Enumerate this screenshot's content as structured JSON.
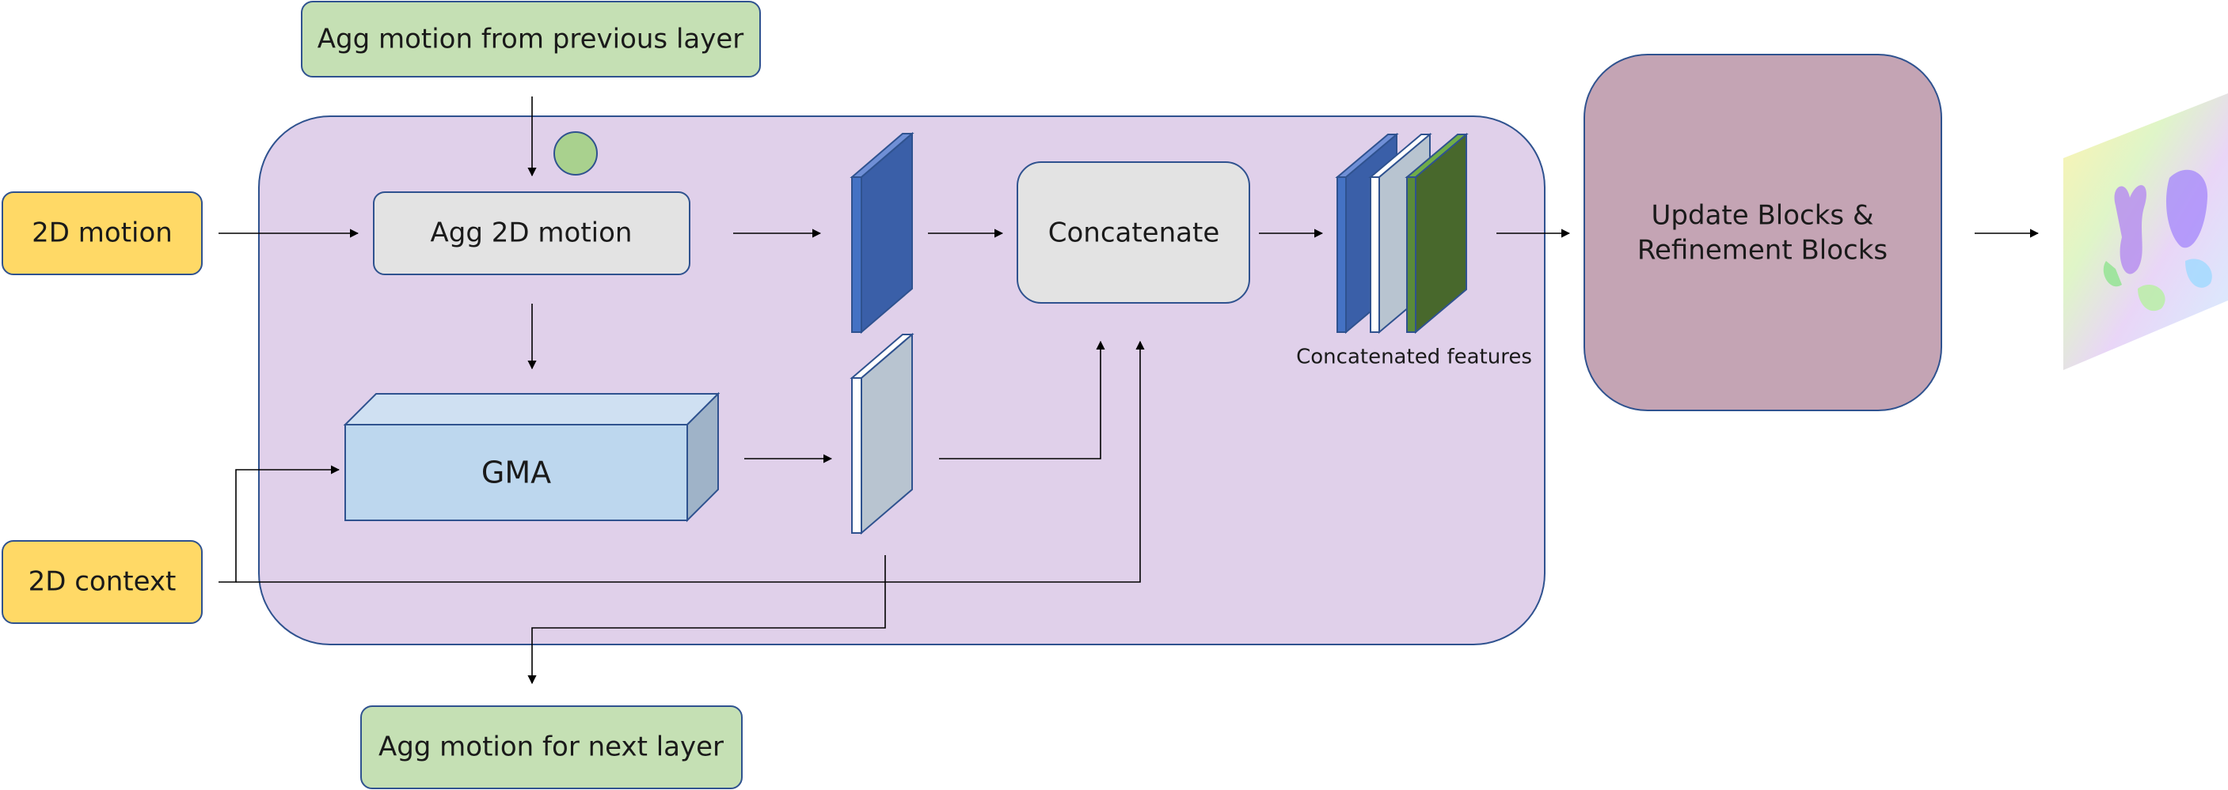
{
  "nodes": {
    "prev_layer": "Agg motion from previous layer",
    "motion_2d": "2D motion",
    "agg_2d": "Agg 2D motion",
    "concatenate": "Concatenate",
    "concat_features": "Concatenated features",
    "update_line1": "Update Blocks &",
    "update_line2": "Refinement Blocks",
    "gma": "GMA",
    "context_2d": "2D context",
    "next_layer": "Agg motion for next layer"
  },
  "colors": {
    "yellow": "#ffd966",
    "green_box": "#c5e0b4",
    "purple_region": "#e0d0ea",
    "gray_box": "#e3e3e3",
    "mauve_box": "#c4a4b4",
    "gma_front": "#bdd7ee",
    "feature_blue": "#3a5fa8",
    "feature_white": "#b8c4d0",
    "feature_green": "#48682c",
    "border": "#2f528f",
    "green_dot": "#a9d18e"
  }
}
